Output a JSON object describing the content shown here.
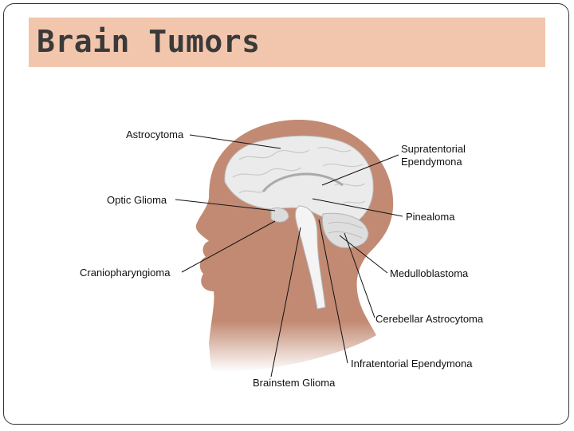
{
  "slide": {
    "title": "Brain Tumors"
  },
  "diagram": {
    "labels": {
      "astrocytoma": "Astrocytoma",
      "supratentorial_line1": "Supratentorial",
      "supratentorial_line2": "Ependymona",
      "optic_glioma": "Optic Glioma",
      "pinealoma": "Pinealoma",
      "craniopharyngioma": "Craniopharyngioma",
      "medulloblastoma": "Medulloblastoma",
      "cerebellar_astrocytoma": "Cerebellar Astrocytoma",
      "infratentorial_ependymona": "Infratentorial Ependymona",
      "brainstem_glioma": "Brainstem Glioma"
    },
    "colors": {
      "skin": "#c28a73",
      "brain": "#ebebeb",
      "title_band": "#f2c6ac"
    }
  }
}
